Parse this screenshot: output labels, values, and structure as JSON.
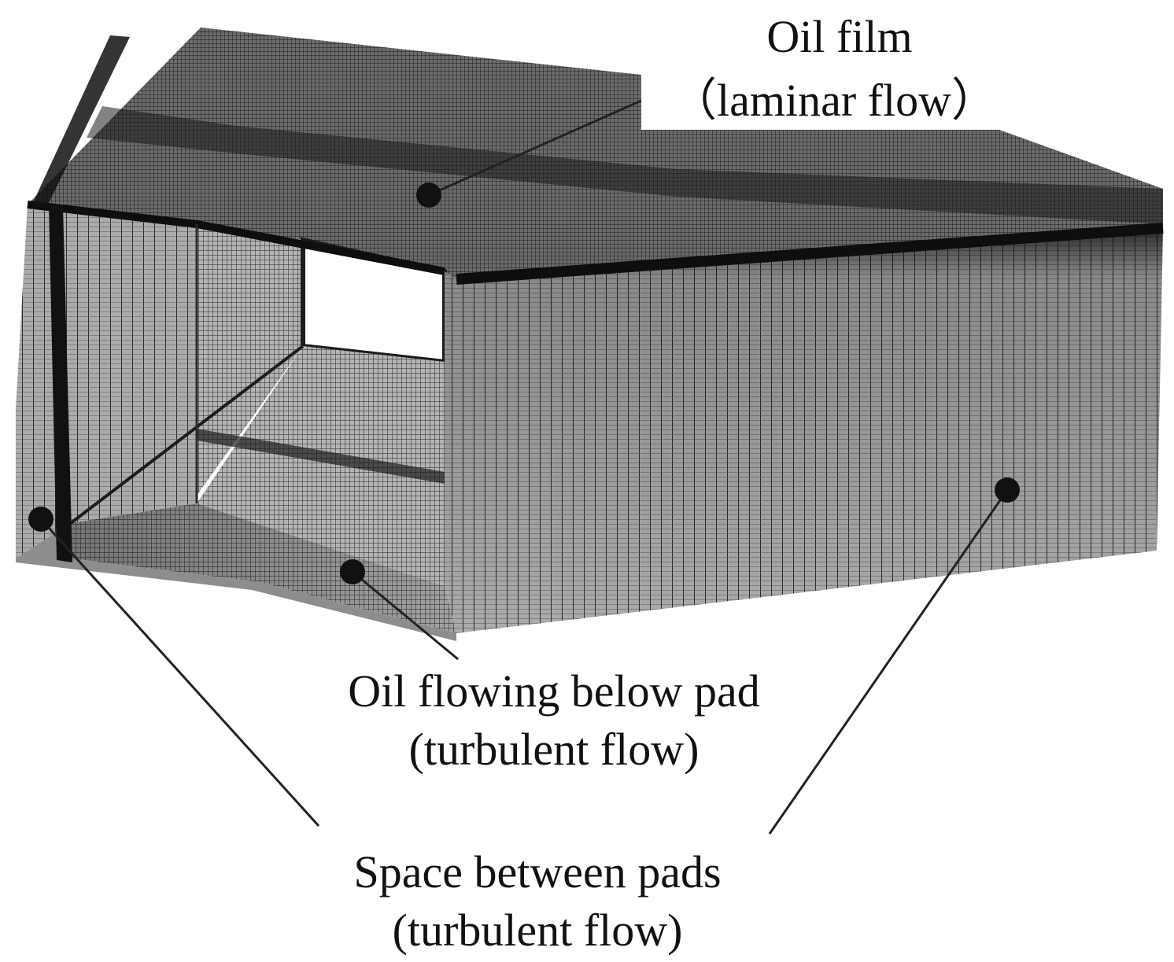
{
  "labels": {
    "oil_film": {
      "line1": "Oil film",
      "line2": "（laminar flow）"
    },
    "oil_below_pad": {
      "line1": "Oil flowing below pad",
      "line2": "(turbulent flow)"
    },
    "space_between_pads": {
      "line1": "Space between pads",
      "line2": "(turbulent flow)"
    }
  },
  "colors": {
    "mesh_dark": "#1c1c1c",
    "mesh_mid": "#5a5a5a",
    "mesh_light": "#9a9a9a",
    "window": "#ffffff",
    "leader": "#222222"
  }
}
